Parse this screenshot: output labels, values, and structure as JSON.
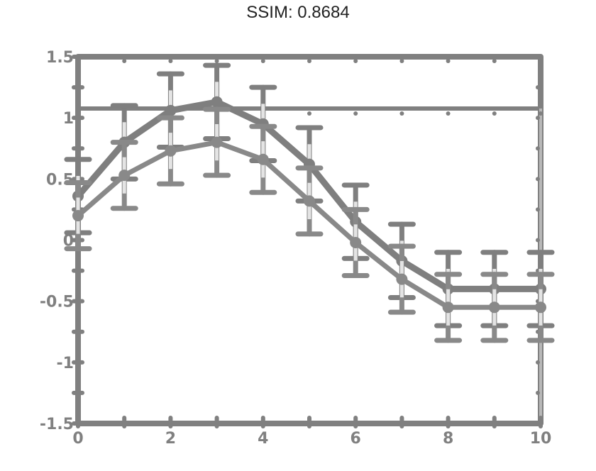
{
  "title": "SSIM: 0.8684",
  "colors": {
    "line": "#7f7f7f",
    "line_light": "#898989",
    "errorbar_inner": "#e4e4e4",
    "frame": "#808080"
  },
  "chart_data": {
    "type": "line",
    "title": "SSIM: 0.8684",
    "xlabel": "",
    "ylabel": "",
    "xlim": [
      0,
      10
    ],
    "ylim": [
      -1.5,
      1.5
    ],
    "x_ticks": [
      "0",
      "2",
      "4",
      "6",
      "8",
      "10"
    ],
    "y_ticks": [
      "-1.5",
      "-1",
      "-0.5",
      "0",
      "0.5",
      "1",
      "1.5"
    ],
    "grid": false,
    "x": [
      0,
      1,
      2,
      3,
      4,
      5,
      6,
      7,
      8,
      9,
      10
    ],
    "series": [
      {
        "values": [
          0.36,
          0.8,
          1.06,
          1.13,
          0.95,
          0.62,
          0.15,
          -0.17,
          -0.4,
          -0.4,
          -0.4
        ],
        "errors": [
          0.3,
          0.3,
          0.3,
          0.3,
          0.3,
          0.3,
          0.3,
          0.3,
          0.3,
          0.3,
          0.3
        ]
      },
      {
        "values": [
          0.2,
          0.53,
          0.73,
          0.8,
          0.66,
          0.32,
          -0.02,
          -0.32,
          -0.55,
          -0.55,
          -0.55
        ],
        "errors": [
          0.27,
          0.27,
          0.27,
          0.27,
          0.27,
          0.27,
          0.27,
          0.27,
          0.27,
          0.27,
          0.27
        ]
      }
    ]
  }
}
